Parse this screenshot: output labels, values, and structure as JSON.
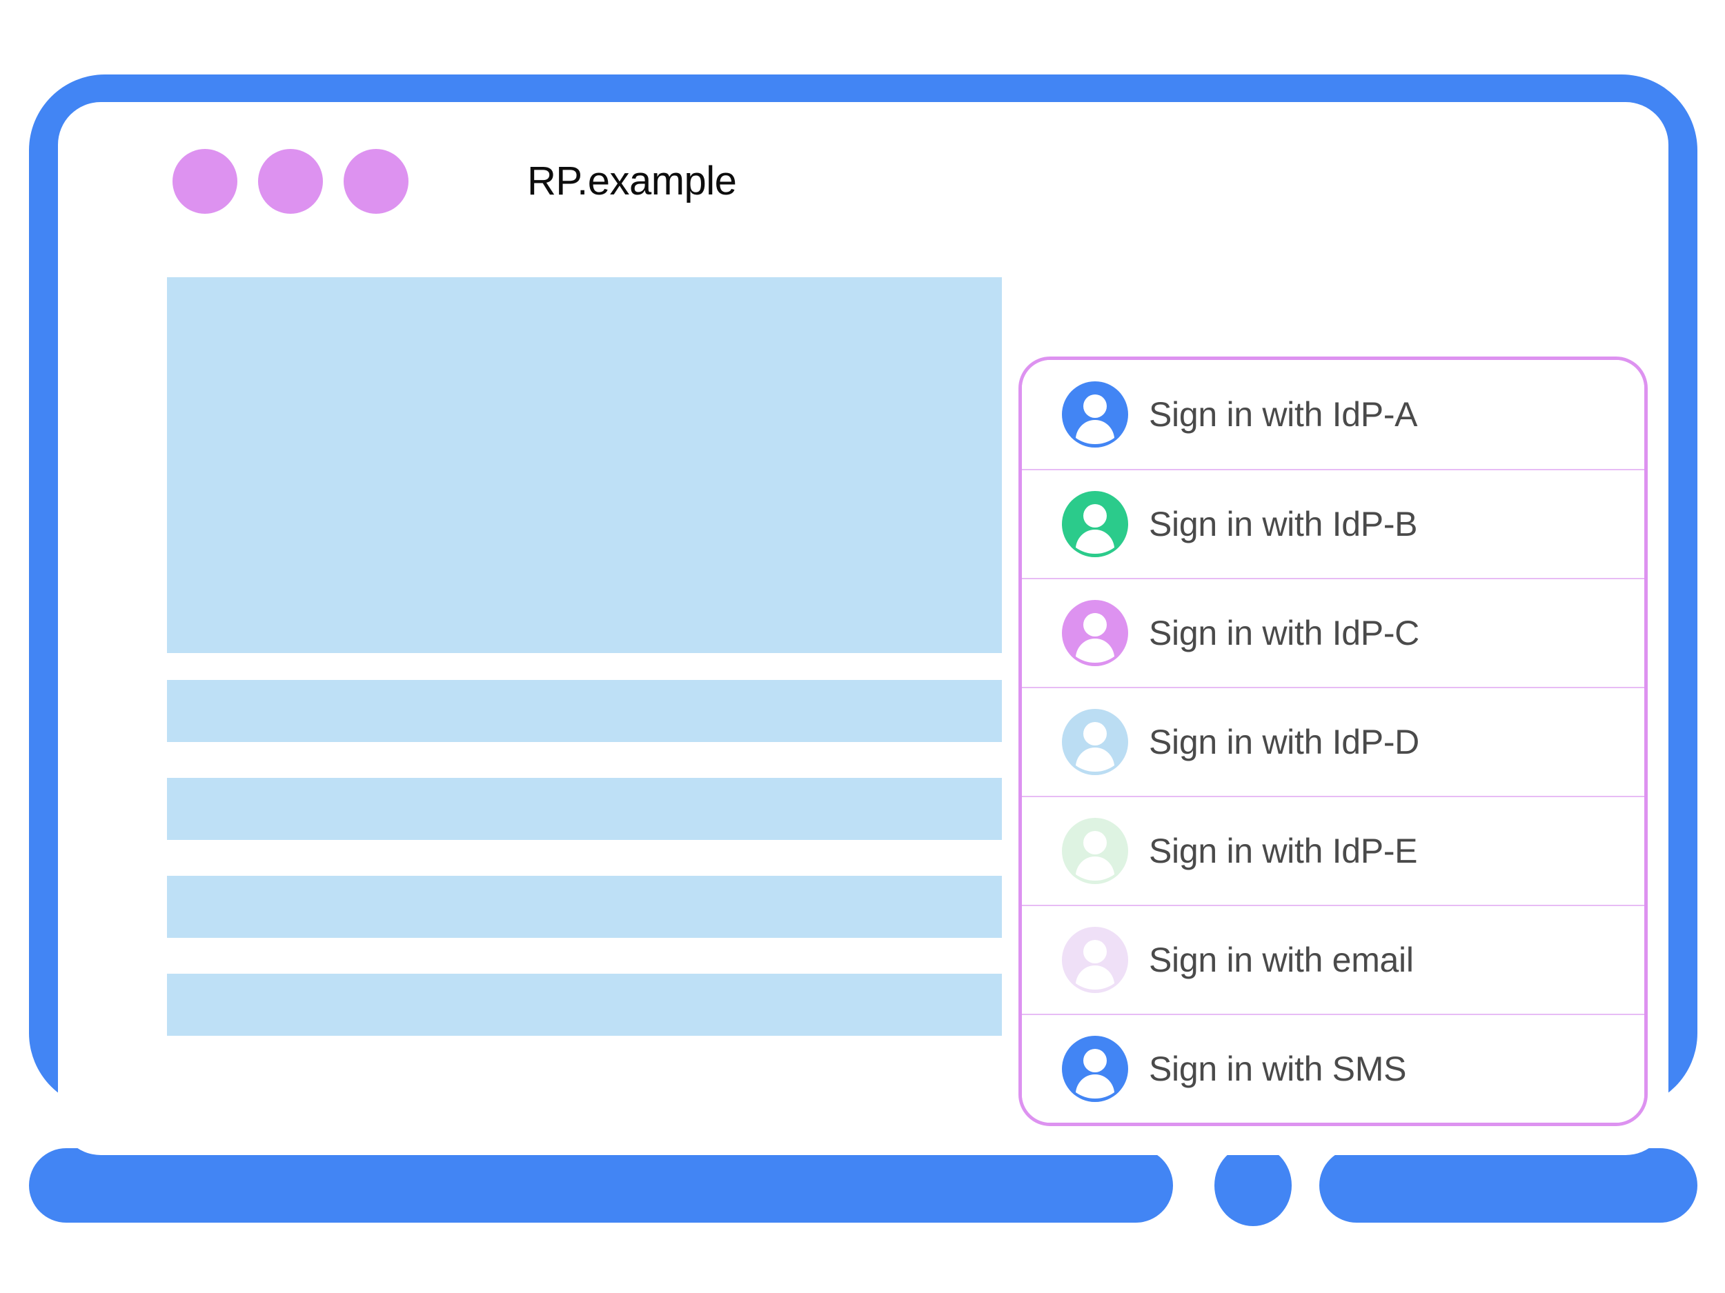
{
  "window": {
    "title": "RP.example",
    "traffic_dots": [
      "dot-1",
      "dot-2",
      "dot-3"
    ],
    "dot_color": "#DD92F0",
    "bezel_color": "#4285F4",
    "screen_background": "#FFFFFF"
  },
  "content": {
    "placeholder_color": "#BEE0F6",
    "blocks": [
      {
        "name": "hero-placeholder",
        "kind": "hero"
      },
      {
        "name": "line-placeholder-1",
        "kind": "row"
      },
      {
        "name": "line-placeholder-2",
        "kind": "row"
      },
      {
        "name": "line-placeholder-3",
        "kind": "row"
      },
      {
        "name": "line-placeholder-4",
        "kind": "row"
      }
    ]
  },
  "signin_popup": {
    "border_color": "#DD92F0",
    "divider_color": "#E7BCF5",
    "label_color": "#4A4A4A",
    "items": [
      {
        "label": "Sign in with IdP-A",
        "icon": "avatar-icon",
        "avatar_color": "#4285F4"
      },
      {
        "label": "Sign in with IdP-B",
        "icon": "avatar-icon",
        "avatar_color": "#2BCB8B"
      },
      {
        "label": "Sign in with IdP-C",
        "icon": "avatar-icon",
        "avatar_color": "#DD92F0"
      },
      {
        "label": "Sign in with IdP-D",
        "icon": "avatar-icon",
        "avatar_color": "#BBDDF3"
      },
      {
        "label": "Sign in with IdP-E",
        "icon": "avatar-icon",
        "avatar_color": "#DEF3E2"
      },
      {
        "label": "Sign in with email",
        "icon": "avatar-icon",
        "avatar_color": "#EFE0F7"
      },
      {
        "label": "Sign in with SMS",
        "icon": "avatar-icon",
        "avatar_color": "#4285F4"
      }
    ]
  }
}
